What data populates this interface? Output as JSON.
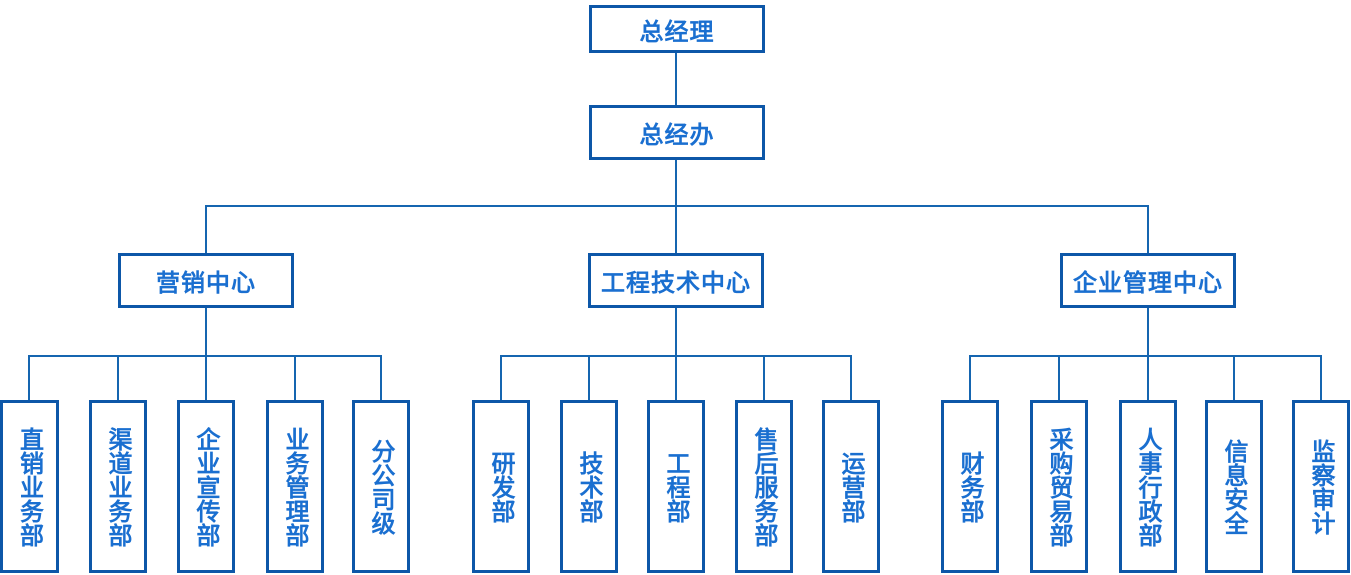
{
  "diagram_title": "company-organization-chart",
  "colors": {
    "box_border": "#0d57a8",
    "box_fill": "#ffffff",
    "text": "#1a6fd0",
    "connector_line": "#1565b0",
    "background": "#ffffff"
  },
  "root": {
    "label": "总经理"
  },
  "office": {
    "label": "总经办"
  },
  "centers": [
    {
      "label": "营销中心",
      "departments": [
        "直销业务部",
        "渠道业务部",
        "企业宣传部",
        "业务管理部",
        "分公司级"
      ]
    },
    {
      "label": "工程技术中心",
      "departments": [
        "研发部",
        "技术部",
        "工程部",
        "售后服务部",
        "运营部"
      ]
    },
    {
      "label": "企业管理中心",
      "departments": [
        "财务部",
        "采购贸易部",
        "人事行政部",
        "信息安全",
        "监察审计"
      ]
    }
  ]
}
